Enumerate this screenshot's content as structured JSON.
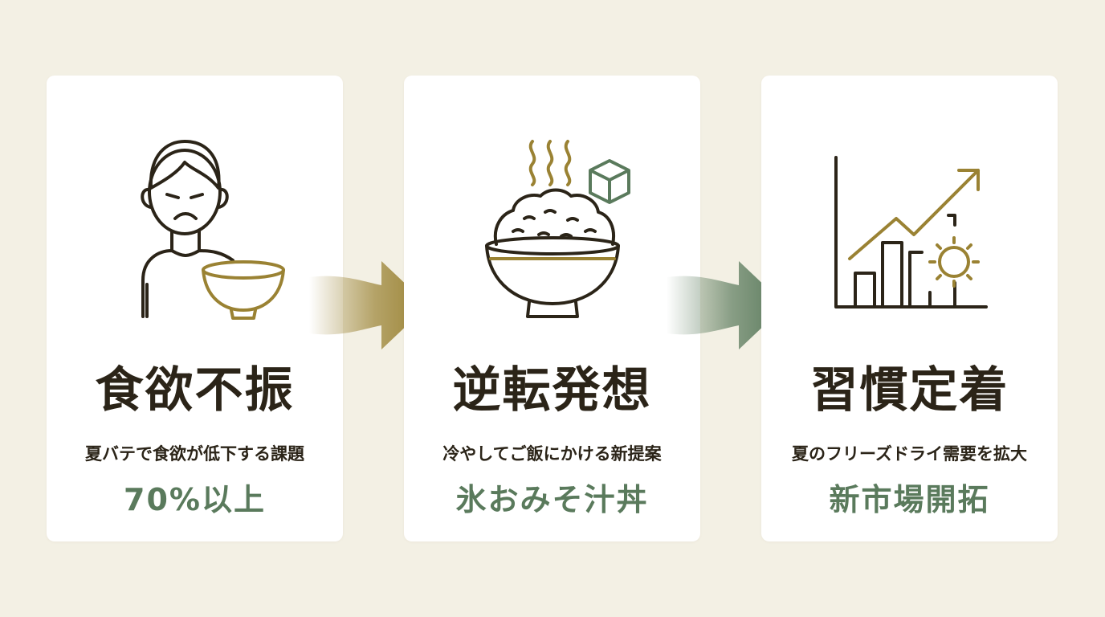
{
  "colors": {
    "background": "#f3f0e4",
    "card": "#ffffff",
    "ink": "#2b2418",
    "gold": "#9a8233",
    "green": "#5a7a5c"
  },
  "steps": [
    {
      "icon": "person-with-bowl-icon",
      "title": "食欲不振",
      "subtitle": "夏バテで食欲が低下する課題",
      "highlight": "70%以上"
    },
    {
      "icon": "rice-bowl-with-steam-and-ice-cube-icon",
      "title": "逆転発想",
      "subtitle": "冷やしてご飯にかける新提案",
      "highlight": "氷おみそ汁丼"
    },
    {
      "icon": "growth-chart-with-sun-icon",
      "title": "習慣定着",
      "subtitle": "夏のフリーズドライ需要を拡大",
      "highlight": "新市場開拓"
    }
  ],
  "arrows": [
    {
      "icon": "gold-arrow-icon",
      "color": "#9a8233"
    },
    {
      "icon": "green-arrow-icon",
      "color": "#5a7a5c"
    }
  ]
}
